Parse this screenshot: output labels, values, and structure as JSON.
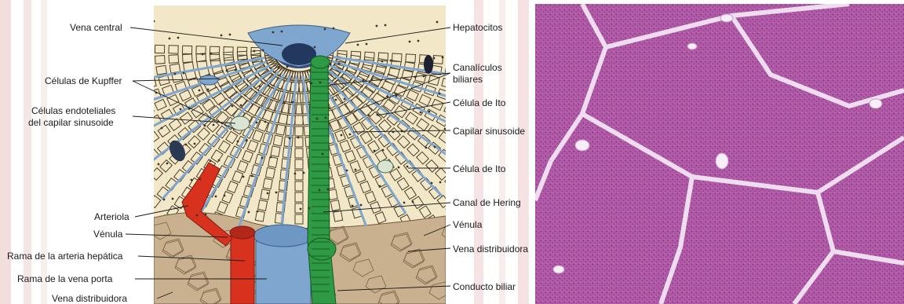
{
  "labels_left": {
    "vena_central": "Vena central",
    "celulas_kupffer": "Células de Kupffer",
    "celulas_endoteliales_1": "Células endoteliales",
    "celulas_endoteliales_2": "del capilar sinusoide",
    "arteriola": "Arteriola",
    "venula": "Vénula",
    "rama_arteria": "Rama de la arteria hepática",
    "rama_vena": "Rama de la vena porta",
    "vena_distribuidora": "Vena distribuidora"
  },
  "labels_right": {
    "hepatocitos": "Hepatocitos",
    "canaliculos_1": "Canalículos",
    "canaliculos_2": "biliares",
    "celula_ito_1": "Célula de Ito",
    "capilar_sinusoide": "Capilar sinusoide",
    "celula_ito_2": "Célula de Ito",
    "canal_hering": "Canal de Hering",
    "venula": "Vénula",
    "vena_distribuidora": "Vena distribuidora",
    "conducto_biliar": "Conducto biliar"
  },
  "colors": {
    "cytoplasm": "#f2e8c8",
    "vein_blue": "#7fa6cf",
    "artery_red": "#d8321f",
    "bile_green": "#2f9a45",
    "portal_tan": "#c9b08f",
    "tissue_pink": "#b15aa6",
    "septum": "#e9d9ea"
  }
}
